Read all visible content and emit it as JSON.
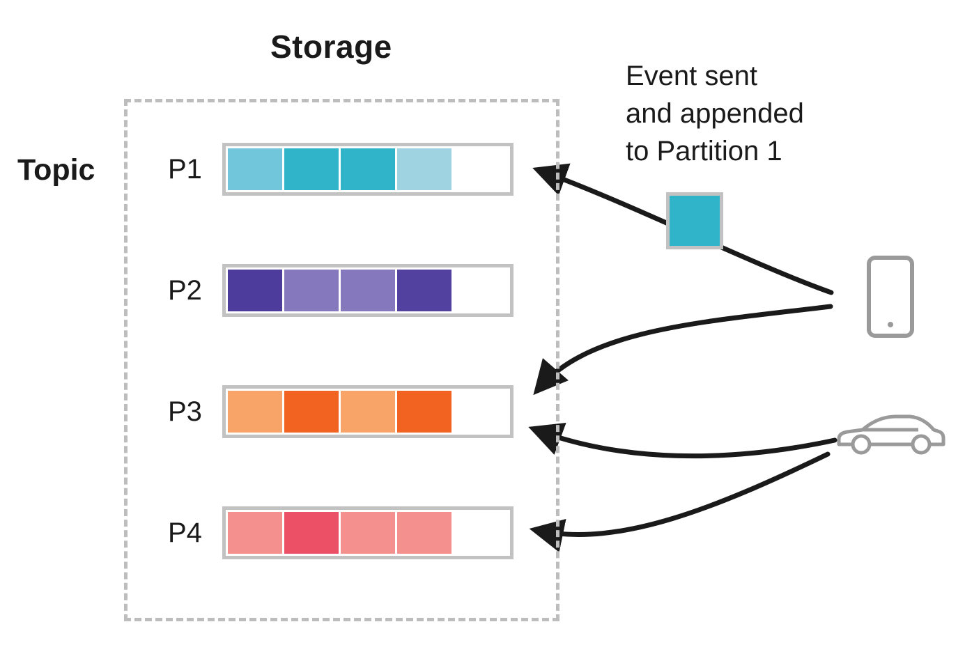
{
  "title": "Storage",
  "topic_label": "Topic",
  "annotation": {
    "lines": [
      "Event sent",
      "and appended",
      "to Partition 1"
    ]
  },
  "event_square_color": "#2fb4c9",
  "partitions": [
    {
      "label": "P1",
      "cells": [
        "#72c6dc",
        "#2fb4c9",
        "#2fb4c9",
        "#9fd3e2",
        "#ffffff"
      ]
    },
    {
      "label": "P2",
      "cells": [
        "#4d3c9c",
        "#8678bd",
        "#8678bd",
        "#53419f",
        "#ffffff"
      ]
    },
    {
      "label": "P3",
      "cells": [
        "#f8a368",
        "#f26322",
        "#f8a368",
        "#f26322",
        "#ffffff"
      ]
    },
    {
      "label": "P4",
      "cells": [
        "#f4908d",
        "#ec5066",
        "#f4908d",
        "#f4908d",
        "#ffffff"
      ]
    }
  ],
  "icons": {
    "phone": "phone-icon",
    "car": "car-icon"
  },
  "colors": {
    "arrow": "#1a1a1a",
    "bar_border": "#c2c2c2",
    "dashed_border": "#bdbdbd",
    "icon_stroke": "#9a9a9a"
  }
}
